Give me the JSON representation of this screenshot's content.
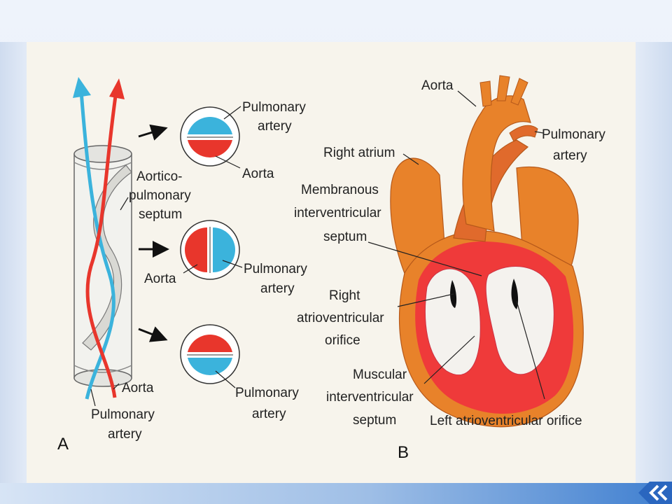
{
  "panel_a": {
    "letter": "A",
    "aortico_septum": [
      "Aortico-",
      "pulmonary",
      "septum"
    ],
    "circle1": {
      "top_label": [
        "Pulmonary",
        "artery"
      ],
      "bottom_label": "Aorta"
    },
    "circle2": {
      "left_label": "Aorta",
      "right_label": [
        "Pulmonary",
        "artery"
      ]
    },
    "circle3": {
      "label": [
        "Pulmonary",
        "artery"
      ]
    },
    "trunk_aorta": "Aorta",
    "trunk_pulmonary": [
      "Pulmonary",
      "artery"
    ]
  },
  "panel_b": {
    "letter": "B",
    "aorta": "Aorta",
    "pulmonary_artery": [
      "Pulmonary",
      "artery"
    ],
    "right_atrium": "Right atrium",
    "membranous_septum": [
      "Membranous",
      "interventricular",
      "septum"
    ],
    "right_av_orifice": [
      "Right",
      "atrioventricular",
      "orifice"
    ],
    "muscular_septum": [
      "Muscular",
      "interventricular",
      "septum"
    ],
    "left_av_orifice": "Left atrioventricular orifice"
  },
  "colors": {
    "pulmonary_blue": "#3bb3dc",
    "aorta_red": "#e8362c",
    "heart_orange": "#e8822a",
    "ventricle_red": "#ef3a3a"
  },
  "icons": {
    "nav": "double-chevron-left-icon"
  }
}
